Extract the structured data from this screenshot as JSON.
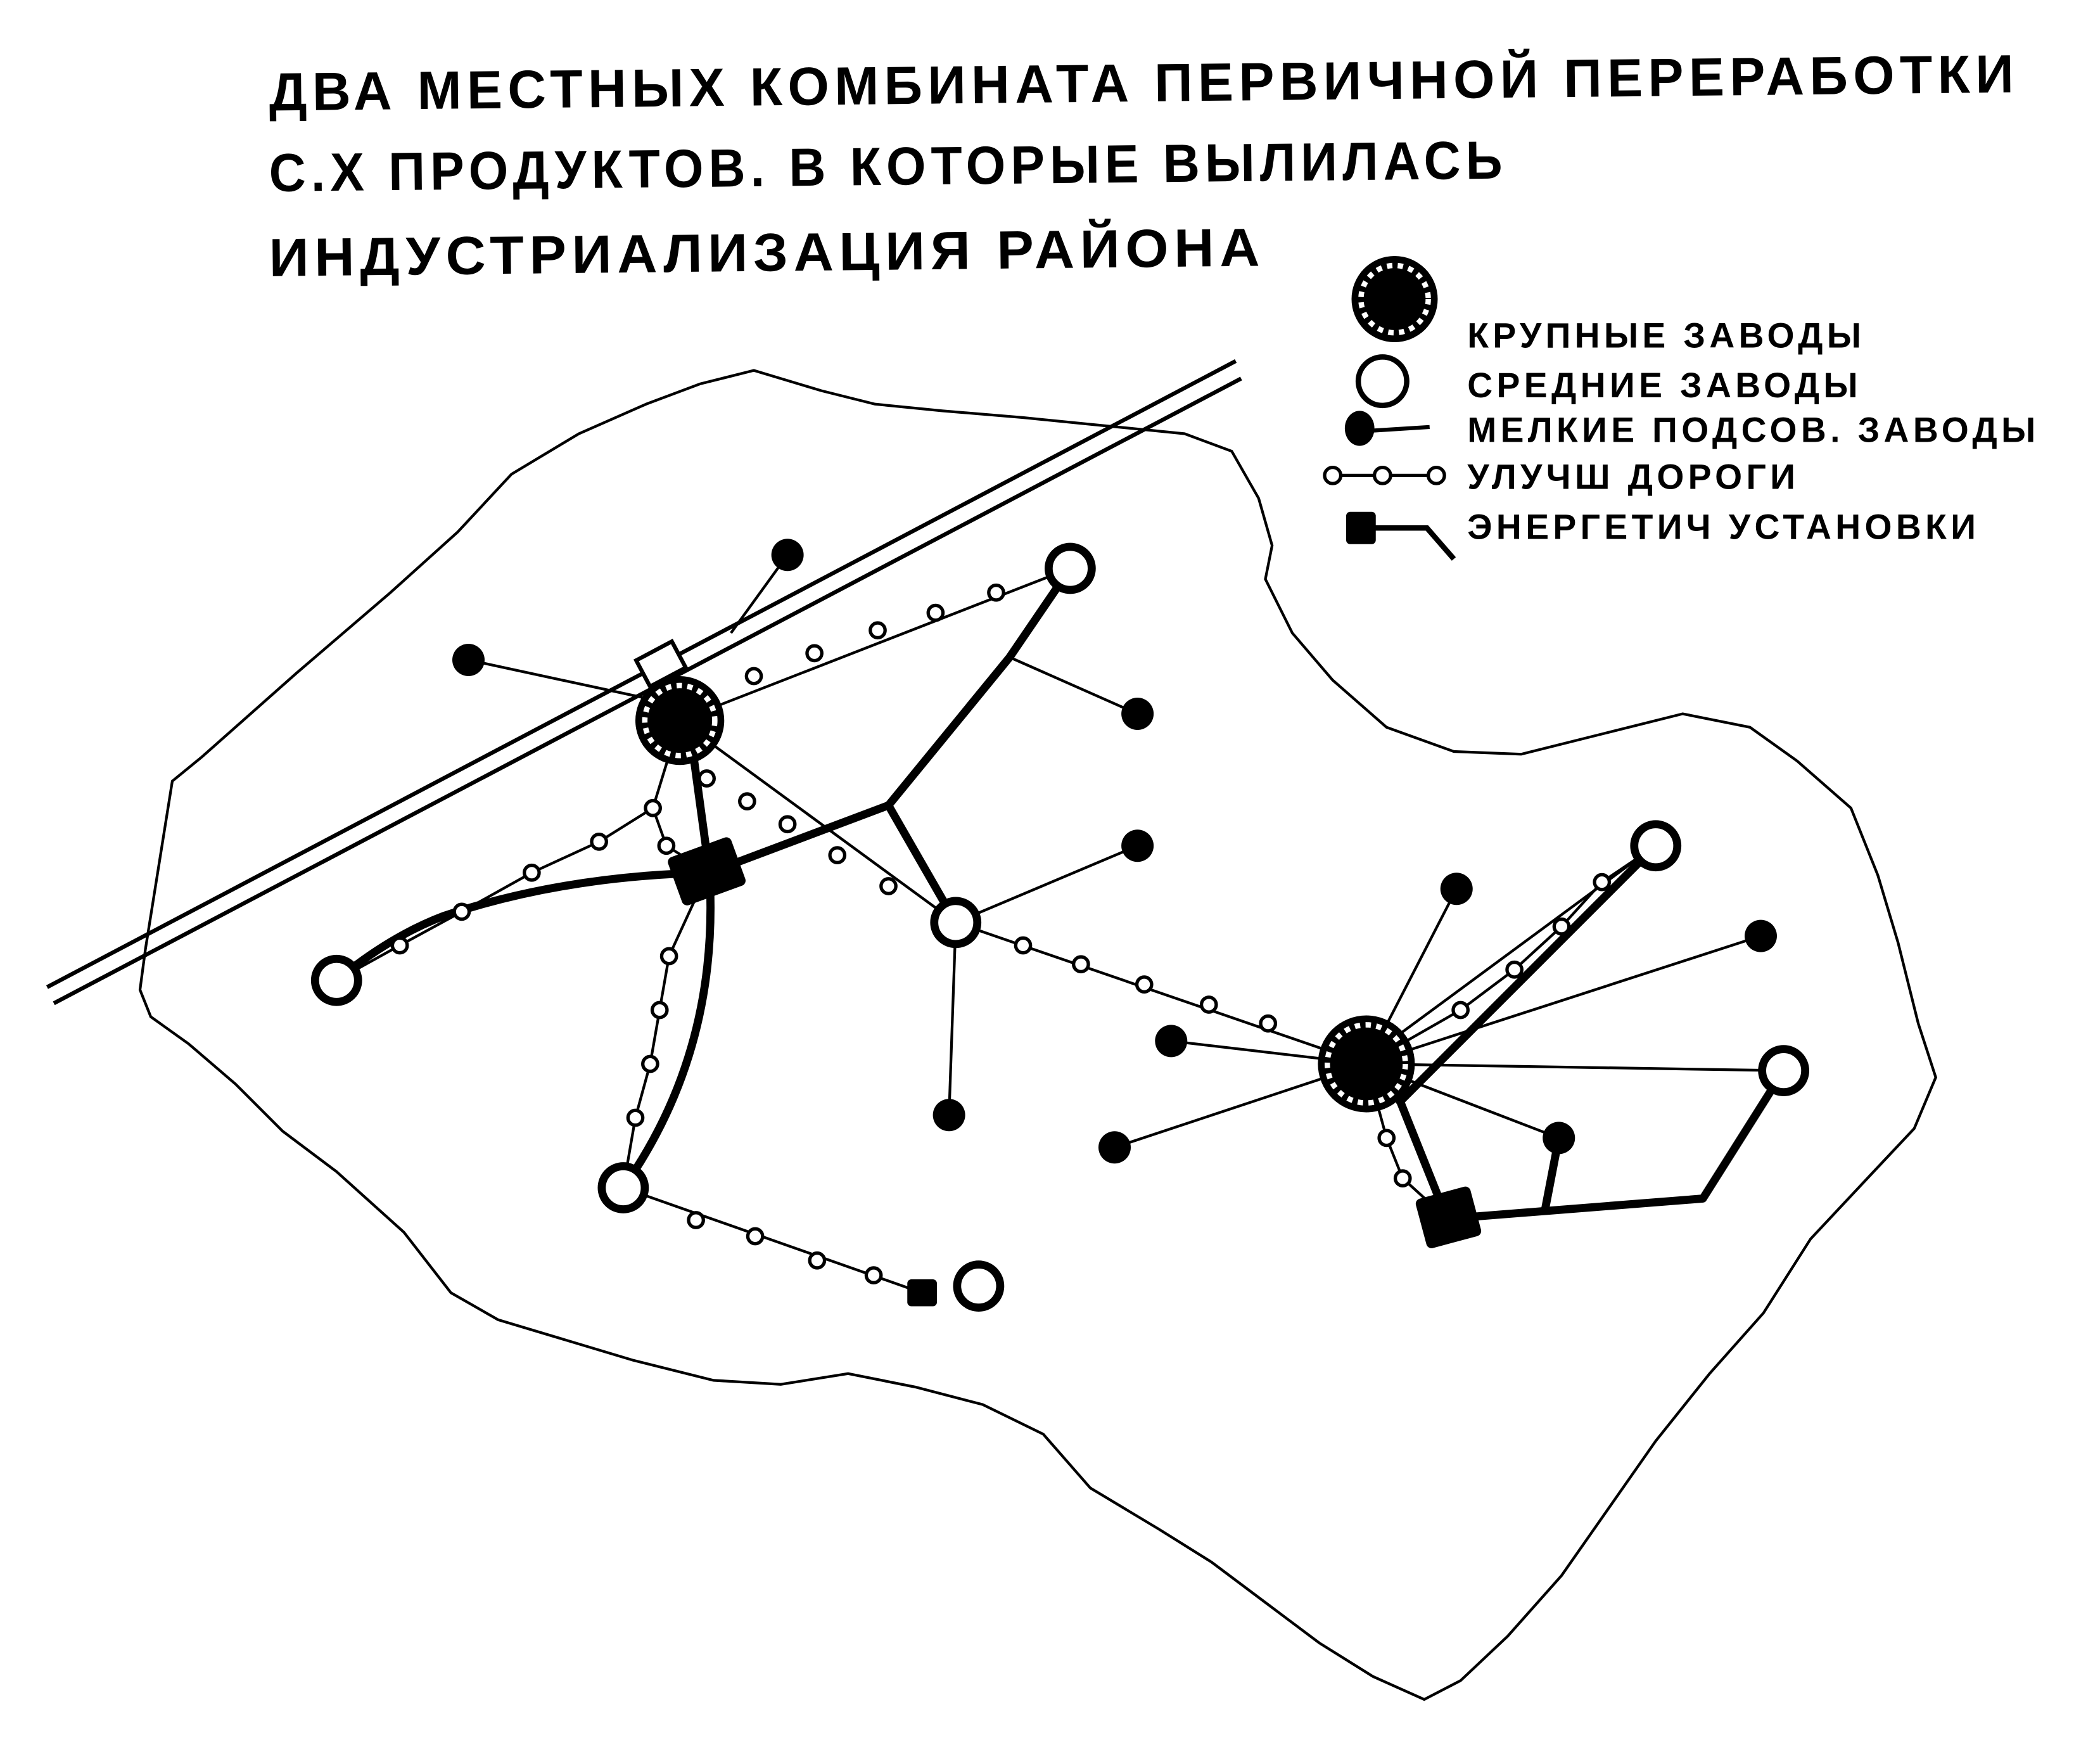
{
  "title": {
    "line1": "ДВА МЕСТНЫХ КОМБИНАТА ПЕРВИЧНОЙ ПЕРЕРАБОТКИ",
    "line2": "С.Х ПРОДУКТОВ. В КОТОРЫЕ ВЫЛИЛАСЬ",
    "line3": "ИНДУСТРИАЛИЗАЦИЯ РАЙОНА"
  },
  "legend": {
    "items": [
      {
        "icon": "large-factory-icon",
        "label": "КРУПНЫЕ ЗАВОДЫ"
      },
      {
        "icon": "medium-factory-icon",
        "label": "СРЕДНИЕ ЗАВОДЫ"
      },
      {
        "icon": "small-factory-icon",
        "label": "МЕЛКИЕ ПОДСОВ. ЗАВОДЫ"
      },
      {
        "icon": "improved-road-icon",
        "label": "УЛУЧШ ДОРОГИ"
      },
      {
        "icon": "power-plant-icon",
        "label": "ЭНЕРГЕТИЧ УСТАНОВКИ"
      }
    ]
  },
  "colors": {
    "ink": "#000000",
    "paper": "#ffffff"
  }
}
